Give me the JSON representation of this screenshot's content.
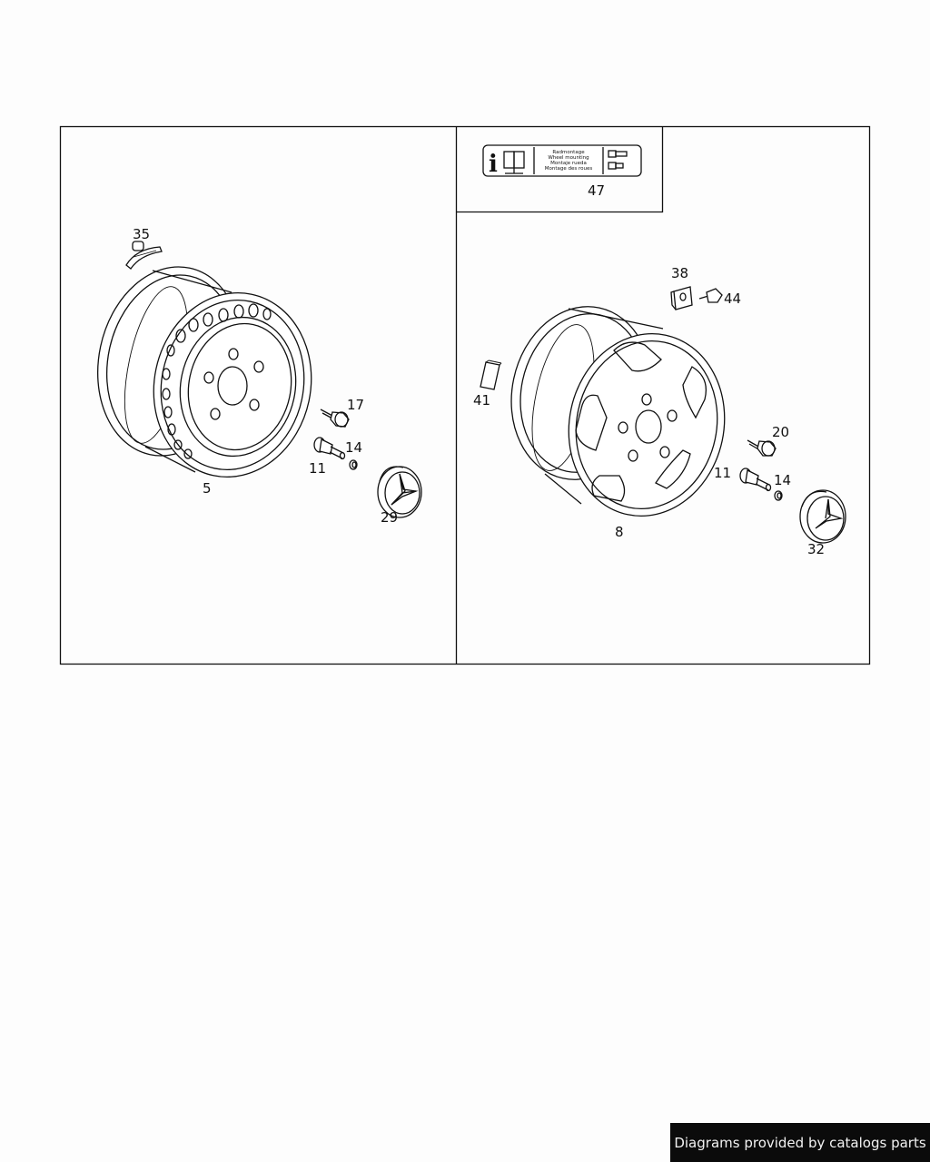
{
  "labels": {
    "p5": "5",
    "p35": "35",
    "p17": "17",
    "p14a": "14",
    "p11a": "11",
    "p29": "29",
    "p47": "47",
    "p38": "38",
    "p44": "44",
    "p41": "41",
    "p20": "20",
    "p11b": "11",
    "p14b": "14",
    "p8": "8",
    "p32": "32"
  },
  "info_label": {
    "line1": "Radmontage",
    "line2": "Wheel mounting",
    "line3": "Montaje rueda",
    "line4": "Montage des roues"
  },
  "footer": {
    "text": "Diagrams provided by catalogs parts"
  }
}
